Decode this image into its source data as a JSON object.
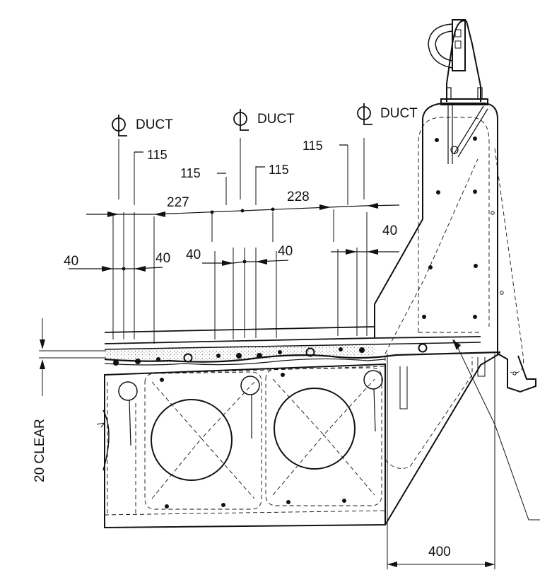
{
  "labels": {
    "duct_centerline": "DUCT",
    "dim_115_a": "115",
    "dim_115_b": "115",
    "dim_115_c": "115",
    "dim_115_d": "115",
    "dim_227": "227",
    "dim_228": "228",
    "dim_40_a": "40",
    "dim_40_b": "40",
    "dim_40_c": "40",
    "dim_40_d": "40",
    "dim_40_e": "40",
    "clear_cover": "20 CLEAR",
    "dim_400": "400"
  },
  "colors": {
    "line": "#111111",
    "topping_fill": "#d9d9d9",
    "background": "#ffffff"
  }
}
